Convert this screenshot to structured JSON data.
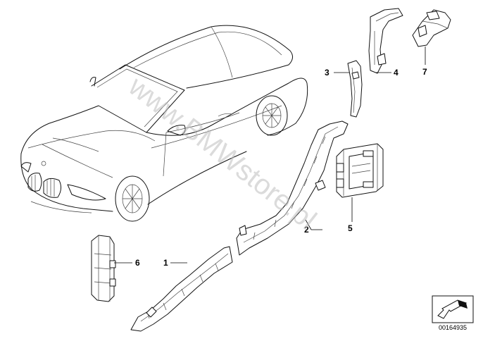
{
  "diagram": {
    "watermark": "www.BMWstore.pl",
    "document_number": "00164935",
    "callouts": [
      "1",
      "2",
      "3",
      "4",
      "5",
      "6",
      "7"
    ]
  },
  "colors": {
    "line": "#111111",
    "watermark": "#bdbdbd",
    "background": "#ffffff"
  },
  "icons": {
    "corner_badge": "arrow-down-left-icon"
  }
}
